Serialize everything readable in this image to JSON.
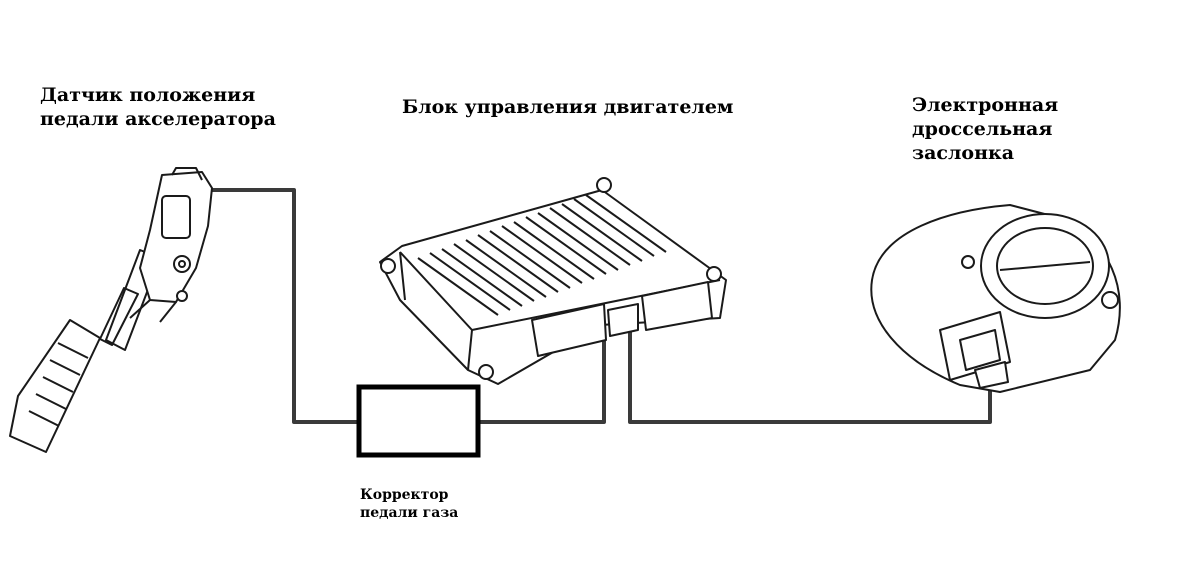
{
  "labels": {
    "pedal_sensor": "Датчик положения\nпедали акселератора",
    "ecu": "Блок управления двигателем",
    "throttle": "Электронная дроссельная\nзаслонка",
    "corrector": "Корректор\nпедали газа"
  },
  "colors": {
    "wire": "#3a3a3a",
    "outline": "#1a1a1a",
    "box": "#000000",
    "text": "#000000"
  },
  "icons": {
    "pedal": "accelerator-pedal-icon",
    "ecu": "ecu-module-icon",
    "throttle": "throttle-body-icon"
  }
}
